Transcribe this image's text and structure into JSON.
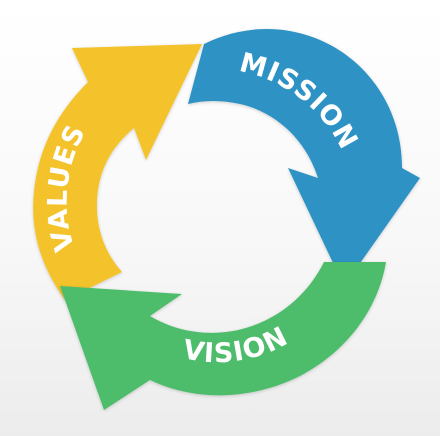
{
  "segments": [
    {
      "id": "mission",
      "label": "MISSION",
      "color": "#2d93c4",
      "shade": "#2578a8"
    },
    {
      "id": "vision",
      "label": "VISION",
      "color": "#4dbd6c",
      "shade": "#3c9f58"
    },
    {
      "id": "values",
      "label": "VALUES",
      "color": "#f4c22b",
      "shade": "#d9a716"
    }
  ]
}
